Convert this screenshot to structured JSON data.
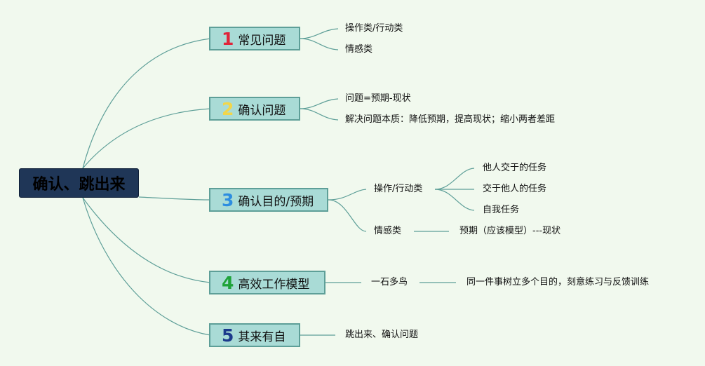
{
  "root": {
    "label": "确认、跳出来"
  },
  "branches": [
    {
      "number": "1",
      "number_color": "#e0253a",
      "label": "常见问题",
      "children": [
        "操作类/行动类",
        "情感类"
      ]
    },
    {
      "number": "2",
      "number_color": "#f2d64a",
      "label": "确认问题",
      "children": [
        "问题=预期-现状",
        "解决问题本质：降低预期，提高现状；缩小两者差距"
      ]
    },
    {
      "number": "3",
      "number_color": "#2d8de0",
      "label": "确认目的/预期",
      "children": [
        {
          "label": "操作/行动类",
          "children": [
            "他人交于的任务",
            "交于他人的任务",
            "自我任务"
          ]
        },
        {
          "label": "情感类",
          "children": [
            "预期（应该模型）---现状"
          ]
        }
      ]
    },
    {
      "number": "4",
      "number_color": "#1fa33a",
      "label": "高效工作模型",
      "children": [
        {
          "label": "一石多鸟",
          "children": [
            "同一件事树立多个目的，刻意练习与反馈训练"
          ]
        }
      ]
    },
    {
      "number": "5",
      "number_color": "#1c3a8c",
      "label": "其来有自",
      "children": [
        "跳出来、确认问题"
      ]
    }
  ],
  "colors": {
    "background": "#f1f9ee",
    "connector": "#5e9f98",
    "branch_fill": "#a9dbd6",
    "root_fill": "#1f3657"
  }
}
